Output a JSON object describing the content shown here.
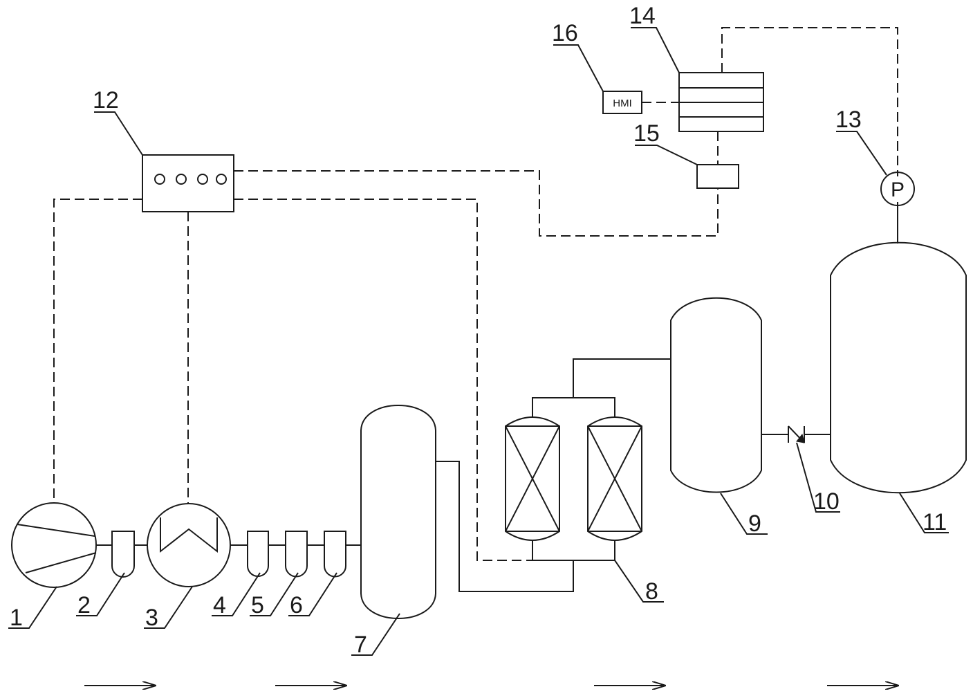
{
  "labels": {
    "l1": "1",
    "l2": "2",
    "l3": "3",
    "l4": "4",
    "l5": "5",
    "l6": "6",
    "l7": "7",
    "l8": "8",
    "l9": "9",
    "l10": "10",
    "l11": "11",
    "l12": "12",
    "l13": "13",
    "l14": "14",
    "l15": "15",
    "l16": "16"
  },
  "hmi_text": "HMI",
  "gauge_symbol": "P",
  "colors": {
    "line": "#1a1a1a",
    "background": "#ffffff"
  }
}
